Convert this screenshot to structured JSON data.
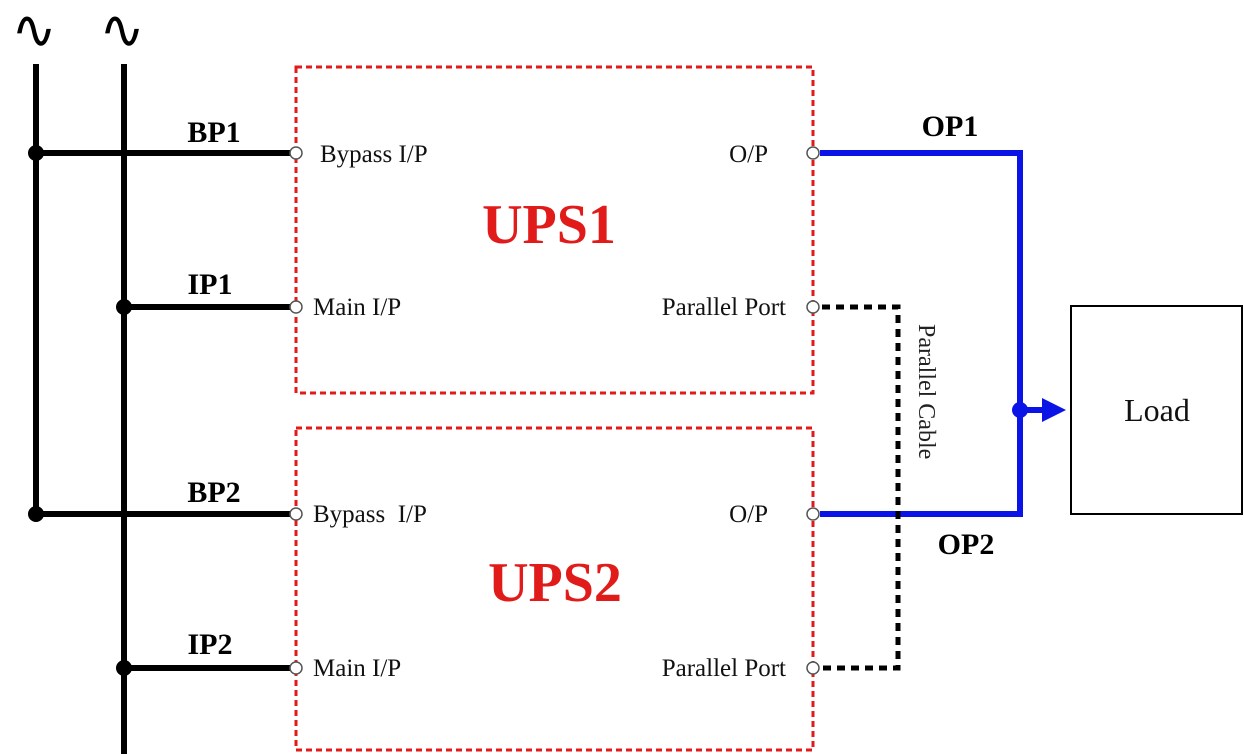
{
  "diagram": {
    "sources": [
      {
        "symbol": "∿",
        "icon": "ac-source-icon"
      },
      {
        "symbol": "∿",
        "icon": "ac-source-icon"
      }
    ],
    "ups_units": [
      {
        "name": "UPS1",
        "ports": {
          "bypass": "Bypass I/P",
          "main": "Main I/P",
          "output": "O/P",
          "parallel": "Parallel Port"
        },
        "bypass_line": "BP1",
        "input_line": "IP1",
        "output_line": "OP1"
      },
      {
        "name": "UPS2",
        "ports": {
          "bypass": "Bypass  I/P",
          "main": "Main I/P",
          "output": "O/P",
          "parallel": "Parallel Port"
        },
        "bypass_line": "BP2",
        "input_line": "IP2",
        "output_line": "OP2"
      }
    ],
    "parallel_cable": "Parallel Cable",
    "load": "Load",
    "colors": {
      "ups_label": "#e11a1a",
      "ups_border": "#e11a1a",
      "output_line": "#0a14e6",
      "wire": "#000000"
    }
  }
}
